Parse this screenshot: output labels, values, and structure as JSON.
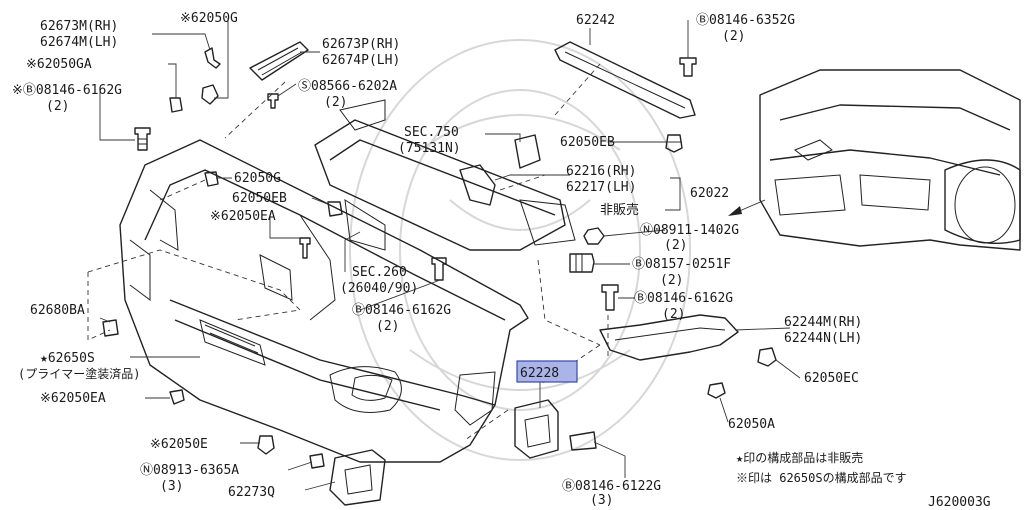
{
  "diagram_id": "J620003G",
  "highlighted_part": "62228",
  "highlight_color": "#aab4e8",
  "labels": {
    "l_62673m": "62673M(RH)",
    "l_62674m": "62674M(LH)",
    "l_62050g_top": "※62050G",
    "l_62050ga": "※62050GA",
    "l_08146_6162g_a": "※Ⓑ08146-6162G",
    "l_08146_6162g_a_qty": "(2)",
    "l_62673p": "62673P(RH)",
    "l_62674p": "62674P(LH)",
    "l_08566": "Ⓢ08566-6202A",
    "l_08566_qty": "(2)",
    "l_62242": "62242",
    "l_08146_6352g": "Ⓑ08146-6352G",
    "l_08146_6352g_qty": "(2)",
    "l_sec750": "SEC.750",
    "l_75131n": "(75131N)",
    "l_62050eb_right": "62050EB",
    "l_62216": "62216(RH)",
    "l_62217": "62217(LH)",
    "l_62022": "62022",
    "l_hihanbai": "非販売",
    "l_62050g_mid": "62050G",
    "l_62050eb_left": "62050EB",
    "l_62050ea_top": "※62050EA",
    "l_08911": "Ⓝ08911-1402G",
    "l_08911_qty": "(2)",
    "l_sec260": "SEC.260",
    "l_26040": "(26040/90)",
    "l_08157": "Ⓑ08157-0251F",
    "l_08157_qty": "(2)",
    "l_08146_6162g_b": "Ⓑ08146-6162G",
    "l_08146_6162g_b_qty": "(2)",
    "l_08146_6162g_c": "Ⓑ08146-6162G",
    "l_08146_6162g_c_qty": "(2)",
    "l_62680ba": "62680BA",
    "l_62244m": "62244M(RH)",
    "l_62244n": "62244N(LH)",
    "l_62650s": "★62650S",
    "l_primer": "(プライマー塗装済品)",
    "l_62050ec": "62050EC",
    "l_62228": "62228",
    "l_62050ea_bottom": "※62050EA",
    "l_62050a": "62050A",
    "l_62050e": "※62050E",
    "l_08913": "Ⓝ08913-6365A",
    "l_08913_qty": "(3)",
    "l_62273q": "62273Q",
    "l_08146_6122g": "Ⓑ08146-6122G",
    "l_08146_6122g_qty": "(3)",
    "note_star": "★印の構成部品は非販売",
    "note_kome": "※印は 62650Sの構成部品です",
    "diagram_code": "J620003G"
  }
}
